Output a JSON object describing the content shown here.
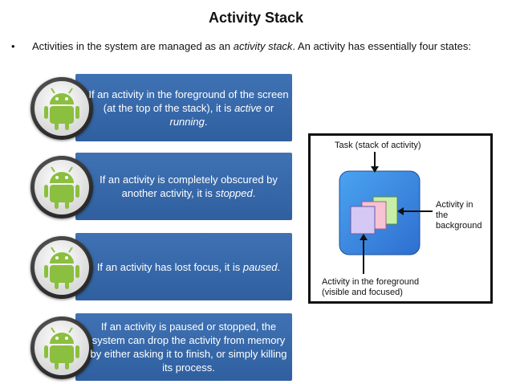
{
  "title": "Activity Stack",
  "intro": {
    "bullet": "•",
    "prefix": "Activities in the system are managed as an ",
    "emph": "activity stack",
    "suffix": ". An activity has essentially four states:"
  },
  "states": [
    {
      "parts": [
        {
          "t": "If an activity in the foreground of the screen (at the top of the stack), it is "
        },
        {
          "t": "active",
          "i": true
        },
        {
          "t": " or "
        },
        {
          "t": "running",
          "i": true
        },
        {
          "t": "."
        }
      ]
    },
    {
      "parts": [
        {
          "t": "If an activity is completely obscured by another activity, it is "
        },
        {
          "t": "stopped",
          "i": true
        },
        {
          "t": "."
        }
      ]
    },
    {
      "parts": [
        {
          "t": "If an activity has lost focus, it is "
        },
        {
          "t": "paused",
          "i": true
        },
        {
          "t": "."
        }
      ]
    },
    {
      "parts": [
        {
          "t": "If an activity is paused or stopped, the system can drop the activity from memory by either asking it to finish, or simply killing its process."
        }
      ]
    }
  ],
  "icon": "android-robot-icon",
  "figure": {
    "task_label": "Task (stack of activity)",
    "background_label": "Activity in the background",
    "foreground_label": "Activity in the foreground (visible and focused)"
  },
  "colors": {
    "box": "#3a6cad",
    "android": "#8bbf3f",
    "task_blue": "#3d8ee6"
  }
}
